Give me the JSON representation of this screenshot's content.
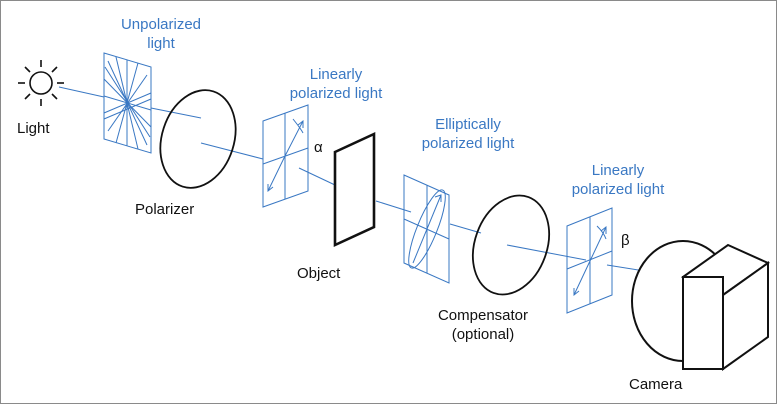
{
  "labels": {
    "light": "Light",
    "unpolarized_1": "Unpolarized",
    "unpolarized_2": "light",
    "polarizer": "Polarizer",
    "linear1_1": "Linearly",
    "linear1_2": "polarized light",
    "alpha": "α",
    "object": "Object",
    "elliptic_1": "Elliptically",
    "elliptic_2": "polarized light",
    "compensator_1": "Compensator",
    "compensator_2": "(optional)",
    "linear2_1": "Linearly",
    "linear2_2": "polarized light",
    "beta": "β",
    "camera": "Camera"
  },
  "colors": {
    "wave": "#3a78c3",
    "ink": "#111111",
    "frame": "#8a8a8a"
  },
  "icons": {
    "light_source": "sun-icon"
  }
}
